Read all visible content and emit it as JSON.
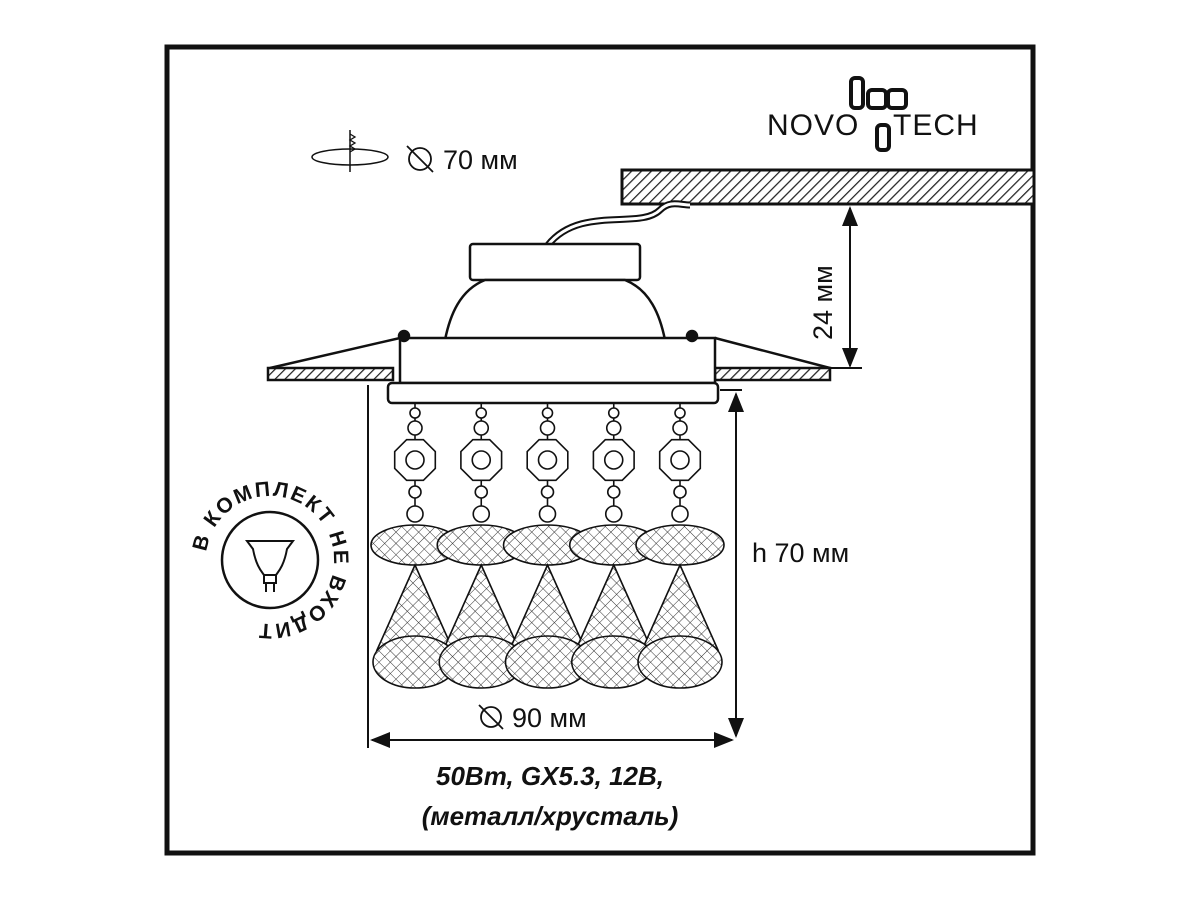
{
  "brand": {
    "name": "NOVOTECH"
  },
  "cutout": {
    "label": "70 мм",
    "icon": "cutout-diameter-icon"
  },
  "dimensions": {
    "depth_label": "24 мм",
    "height_label": "h 70 мм",
    "diameter_label": "90 мм"
  },
  "specs": {
    "line1": "50Вт, GX5.3, 12В,",
    "line2": "(металл/хрусталь)"
  },
  "lamp_badge": {
    "text": "В КОМПЛЕКТ НЕ ВХОДИТ",
    "icon": "mr16-lamp-icon"
  },
  "crystal_strands": 5
}
